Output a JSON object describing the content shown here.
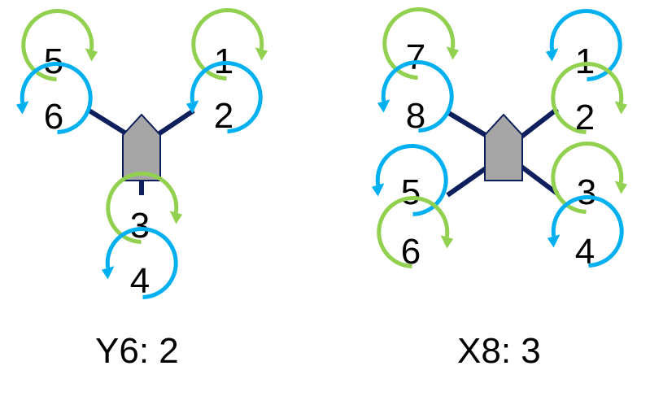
{
  "colors": {
    "cw_rotor": "#92D050",
    "ccw_rotor": "#00B0F0",
    "arm": "#0D1F5C",
    "body_fill": "#A6A6A6",
    "body_stroke": "#0D1F5C"
  },
  "y6": {
    "caption": "Y6: 2",
    "motors": [
      {
        "label": "5",
        "rotation": "clockwise"
      },
      {
        "label": "6",
        "rotation": "counterclockwise"
      },
      {
        "label": "1",
        "rotation": "clockwise"
      },
      {
        "label": "2",
        "rotation": "counterclockwise"
      },
      {
        "label": "3",
        "rotation": "clockwise"
      },
      {
        "label": "4",
        "rotation": "counterclockwise"
      }
    ]
  },
  "x8": {
    "caption": "X8: 3",
    "motors": [
      {
        "label": "7",
        "rotation": "clockwise"
      },
      {
        "label": "8",
        "rotation": "counterclockwise"
      },
      {
        "label": "1",
        "rotation": "counterclockwise"
      },
      {
        "label": "2",
        "rotation": "clockwise"
      },
      {
        "label": "5",
        "rotation": "counterclockwise"
      },
      {
        "label": "6",
        "rotation": "clockwise"
      },
      {
        "label": "3",
        "rotation": "clockwise"
      },
      {
        "label": "4",
        "rotation": "counterclockwise"
      }
    ]
  }
}
